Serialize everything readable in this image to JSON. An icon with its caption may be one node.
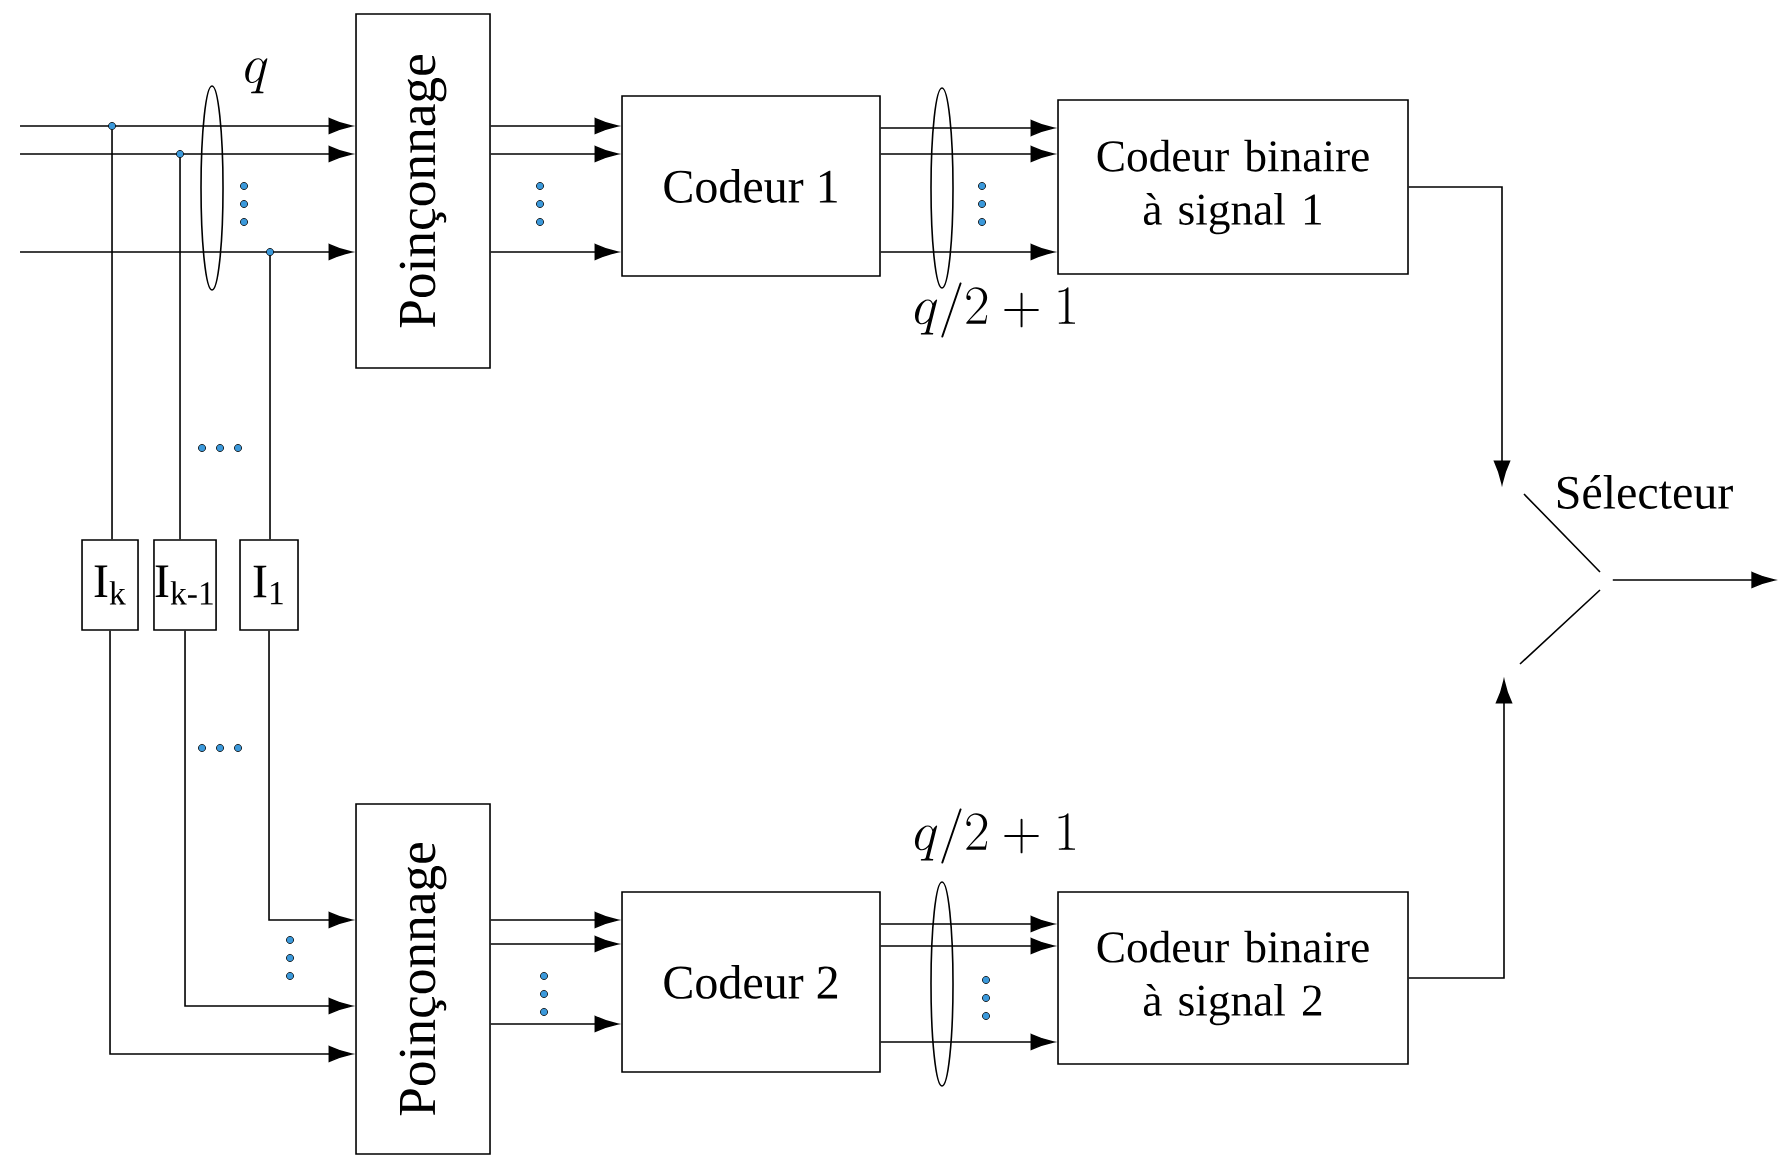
{
  "diagram": {
    "nodes": [
      {
        "text": [
          "Poinçonnage"
        ]
      },
      {
        "text": [
          "Codeur 1"
        ]
      },
      {
        "text": [
          "Codeur binaire à signal 1"
        ]
      },
      {
        "text": [
          "I$_{k}$"
        ]
      },
      {
        "text": [
          "I$_{k-1}$"
        ]
      },
      {
        "text": [
          "I$_{1}$"
        ]
      },
      {
        "text": [
          "Poinçonnage"
        ]
      },
      {
        "text": [
          "Codeur 2"
        ]
      },
      {
        "text": [
          "Codeur binaire à signal 2"
        ]
      },
      {
        "text": [
          "Sélecteur"
        ]
      }
    ],
    "edges": [
      {
        "from": null,
        "to": 0,
        "arrow": "to"
      },
      {
        "from": null,
        "to": 0,
        "arrow": "to"
      },
      {
        "from": null,
        "to": 0,
        "arrow": "to"
      },
      {
        "from": null,
        "to": 3,
        "arrow": "none"
      },
      {
        "from": null,
        "to": 4,
        "arrow": "none"
      },
      {
        "from": null,
        "to": 5,
        "arrow": "none"
      },
      {
        "from": 0,
        "to": 1,
        "arrow": "to"
      },
      {
        "from": 0,
        "to": 1,
        "arrow": "to"
      },
      {
        "from": 0,
        "to": 1,
        "arrow": "to"
      },
      {
        "from": 1,
        "to": 2,
        "arrow": "to"
      },
      {
        "from": 1,
        "to": 2,
        "arrow": "to"
      },
      {
        "from": 1,
        "to": 2,
        "arrow": "to"
      },
      {
        "from": 5,
        "to": 6,
        "arrow": "to"
      },
      {
        "from": 4,
        "to": 6,
        "arrow": "to"
      },
      {
        "from": 3,
        "to": 6,
        "arrow": "to"
      },
      {
        "from": 6,
        "to": 7,
        "arrow": "to"
      },
      {
        "from": 6,
        "to": 7,
        "arrow": "to"
      },
      {
        "from": 6,
        "to": 7,
        "arrow": "to"
      },
      {
        "from": 7,
        "to": 8,
        "arrow": "to"
      },
      {
        "from": 7,
        "to": 8,
        "arrow": "to"
      },
      {
        "from": 7,
        "to": 8,
        "arrow": "to"
      },
      {
        "from": 2,
        "to": 9,
        "arrow": "to"
      },
      {
        "from": 8,
        "to": 9,
        "arrow": "to"
      },
      {
        "from": 9,
        "to": null,
        "arrow": "to"
      }
    ],
    "labels": [
      "q",
      "q/2+1",
      "q/2+1"
    ]
  }
}
